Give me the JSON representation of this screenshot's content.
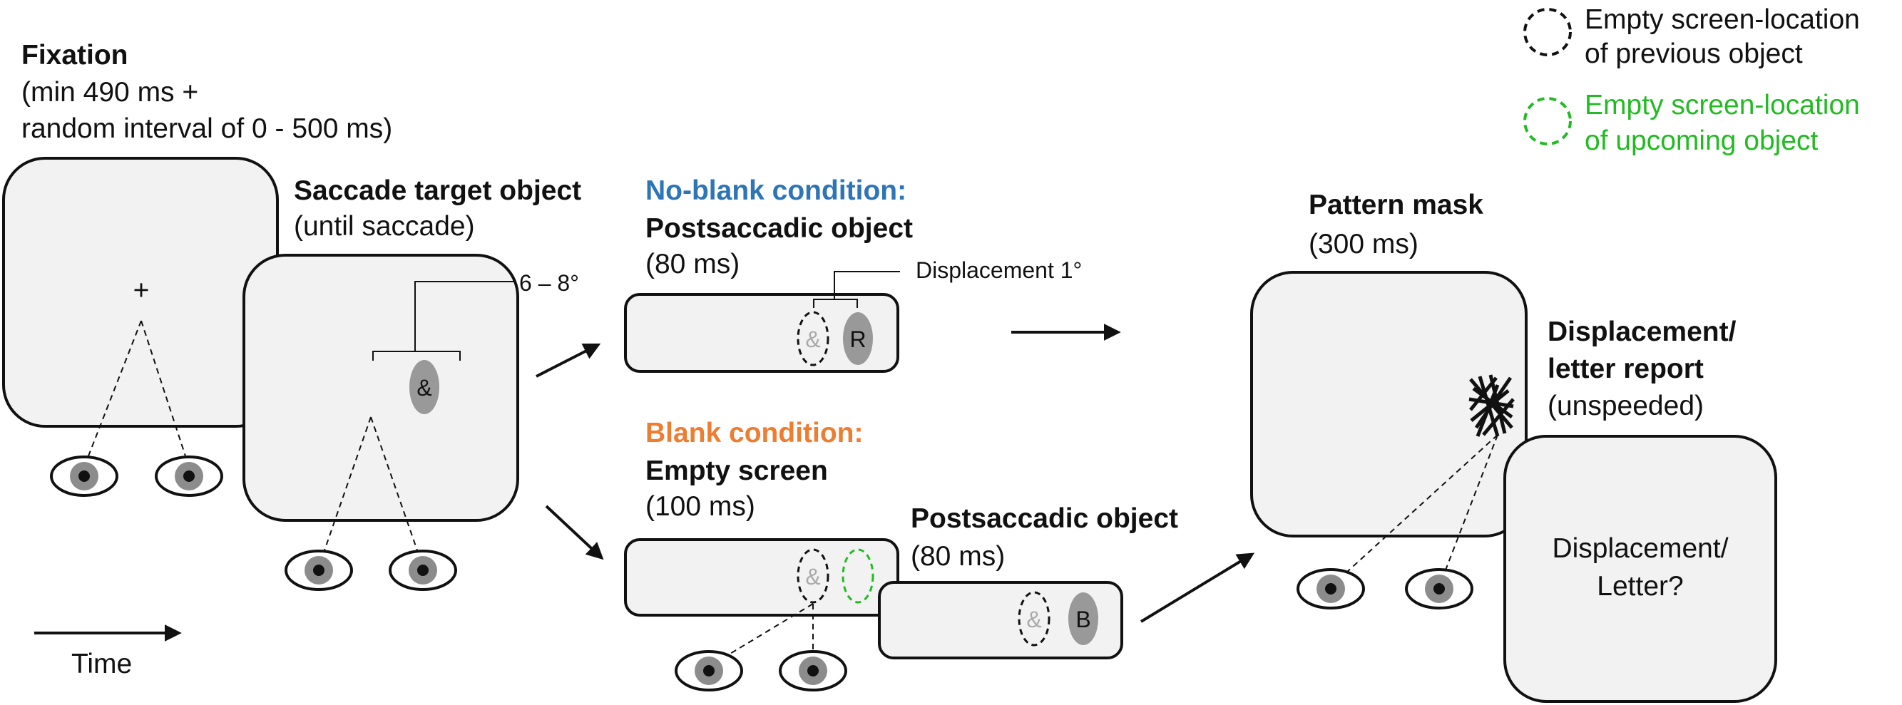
{
  "legend": {
    "black": {
      "line1": "Empty screen-location",
      "line2": "of previous object",
      "color": "#111111"
    },
    "green": {
      "line1": "Empty screen-location",
      "line2": "of upcoming object",
      "color": "#22bb22"
    }
  },
  "fixation": {
    "title": "Fixation",
    "line2": "(min 490 ms +",
    "line3": "random interval of 0 - 500 ms)",
    "symbol": "+"
  },
  "saccade_target": {
    "title": "Saccade target object",
    "duration": "(until saccade)",
    "object": "&",
    "angle": "6 – 8°"
  },
  "no_blank": {
    "condition": "No-blank condition:",
    "color": "#2e75b6",
    "title": "Postsaccadic object",
    "duration": "(80 ms)",
    "displacement": "Displacement 1°",
    "prev_object": "&",
    "object": "R"
  },
  "blank": {
    "condition": "Blank condition:",
    "color": "#ed7d31",
    "title": "Empty screen",
    "duration": "(100 ms)",
    "prev_object": "&"
  },
  "blank_post": {
    "title": "Postsaccadic object",
    "duration": "(80 ms)",
    "prev_object": "&",
    "object": "B"
  },
  "mask": {
    "title": "Pattern mask",
    "duration": "(300 ms)"
  },
  "report": {
    "title_line1": "Displacement/",
    "title_line2": "letter report",
    "duration": "(unspeeded)",
    "question_line1": "Displacement/",
    "question_line2": "Letter?"
  },
  "time": {
    "label": "Time"
  },
  "colors": {
    "screen_fill": "#f2f2f2",
    "object_fill": "#999999",
    "eye_iris": "#8c8c8c"
  }
}
